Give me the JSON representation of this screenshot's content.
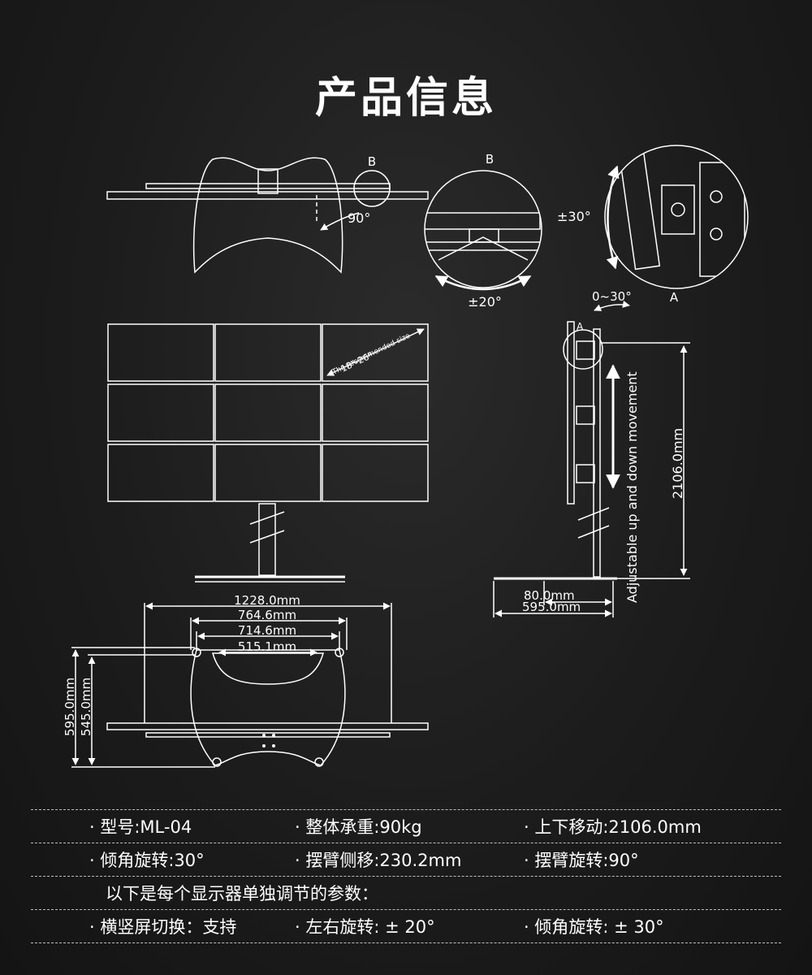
{
  "page": {
    "title": "产品信息"
  },
  "diagram": {
    "top_view": {
      "label_b": "B",
      "angle": "90°"
    },
    "detail_b": {
      "label": "B",
      "angle": "±20°"
    },
    "detail_a": {
      "label": "A",
      "angle": "±30°"
    },
    "front_view": {
      "screen_text_1": "The recommended size",
      "screen_text_2": "18\"-26\""
    },
    "side_view": {
      "label_a": "A",
      "tilt_range": "0~30°",
      "movement_label": "Adjustable up and down movement",
      "height_dim": "2106.0mm",
      "depth_dim_1": "80.0mm",
      "depth_dim_2": "595.0mm"
    },
    "base_view": {
      "width_1": "1228.0mm",
      "width_2": "764.6mm",
      "width_3": "714.6mm",
      "width_4": "515.1mm",
      "depth_1": "595.0mm",
      "depth_2": "545.0mm"
    }
  },
  "specs": {
    "row1": [
      "· 型号:ML-04",
      "· 整体承重:90kg",
      "· 上下移动:2106.0mm"
    ],
    "row2": [
      "· 倾角旋转:30°",
      "· 摆臂侧移:230.2mm",
      "· 摆臂旋转:90°"
    ],
    "note": "以下是每个显示器单独调节的参数：",
    "row3": [
      "· 横竖屏切换：支持",
      "· 左右旋转: ± 20°",
      "· 倾角旋转: ± 30°"
    ]
  }
}
